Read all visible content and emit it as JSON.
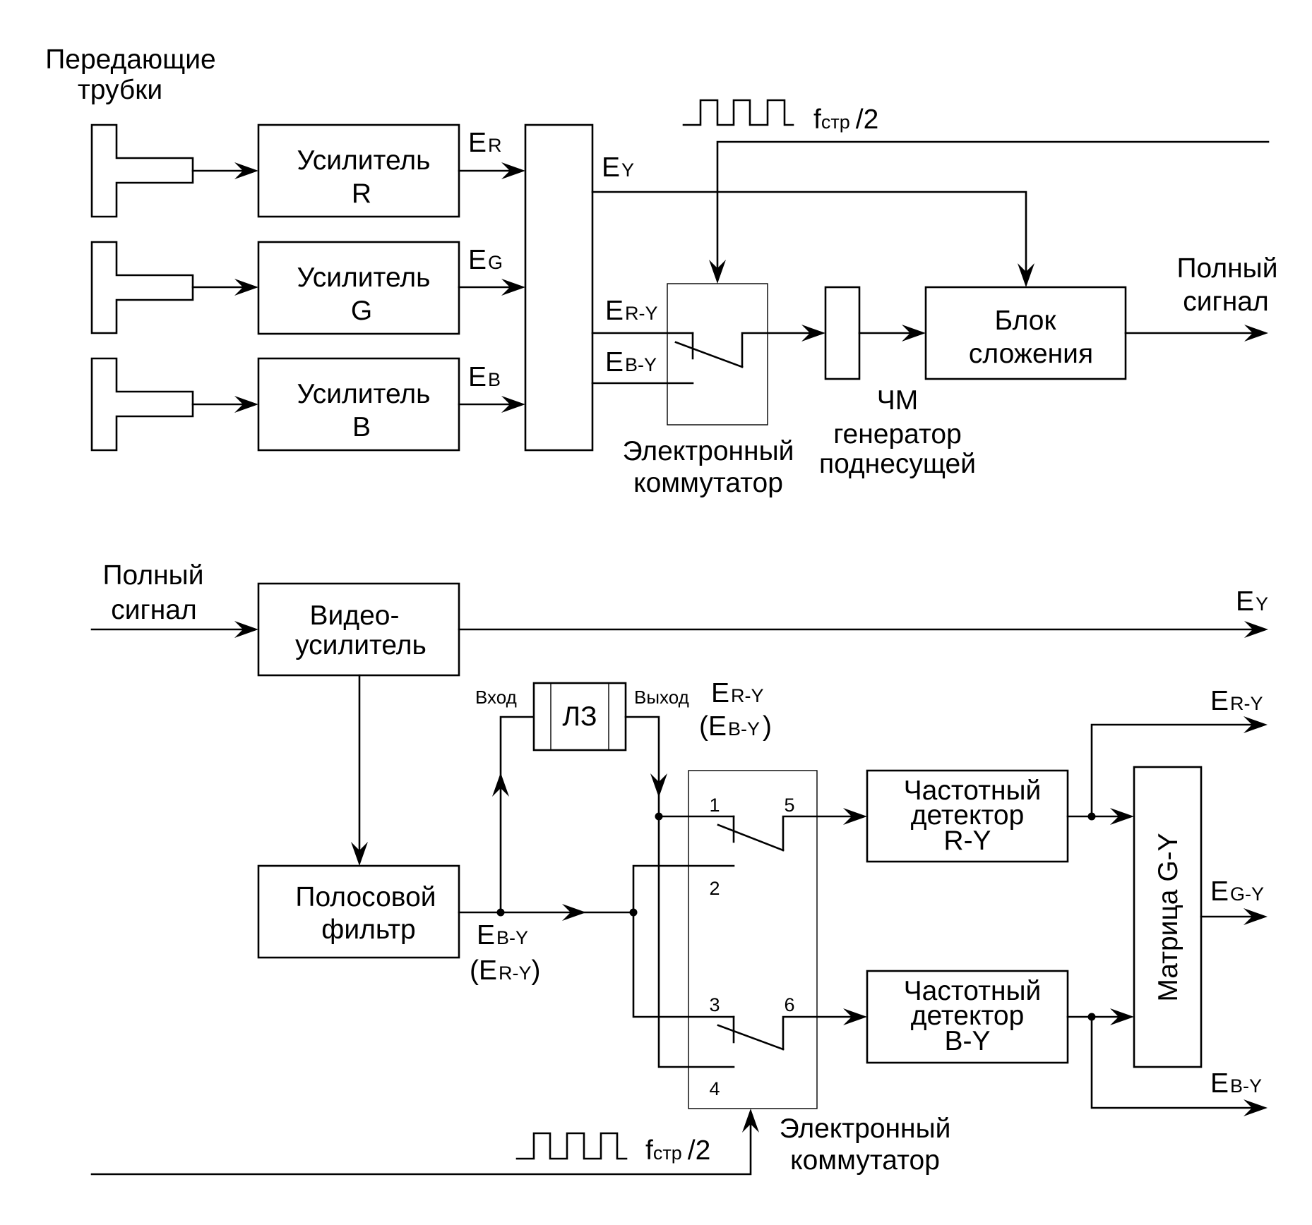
{
  "transmitter": {
    "tubes_label": [
      "Передающие",
      "трубки"
    ],
    "amplifiers": [
      {
        "line1": "Усилитель",
        "line2": "R"
      },
      {
        "line1": "Усилитель",
        "line2": "G"
      },
      {
        "line1": "Усилитель",
        "line2": "B"
      }
    ],
    "signals": {
      "er": {
        "main": "E",
        "sub": "R"
      },
      "eg": {
        "main": "E",
        "sub": "G"
      },
      "eb": {
        "main": "E",
        "sub": "B"
      },
      "ey": {
        "main": "E",
        "sub": "Y"
      },
      "ery": {
        "main": "E",
        "sub": "R-Y"
      },
      "eby": {
        "main": "E",
        "sub": "B-Y"
      }
    },
    "clock": {
      "f": "f",
      "sub": "стр",
      "div": "/2"
    },
    "switch_label": [
      "Электронный",
      "коммутатор"
    ],
    "fm_label": [
      "ЧМ",
      "генератор",
      "поднесущей"
    ],
    "adder": [
      "Блок",
      "сложения"
    ],
    "output_label": [
      "Полный",
      "сигнал"
    ]
  },
  "receiver": {
    "input_label": [
      "Полный",
      "сигнал"
    ],
    "video_amp": [
      "Видео-",
      "усилитель"
    ],
    "bandpass": [
      "Полосовой",
      "фильтр"
    ],
    "delay_line": {
      "label": "ЛЗ",
      "in": "Вход",
      "out": "Выход"
    },
    "delayed_signal": {
      "main": "E",
      "sub": "R-Y",
      "alt_open": "(E",
      "alt_sub": "B-Y",
      "alt_close": ")"
    },
    "direct_signal": {
      "main": "E",
      "sub": "B-Y",
      "alt_open": "(E",
      "alt_sub": "R-Y",
      "alt_close": ")"
    },
    "pins": [
      "1",
      "2",
      "3",
      "4",
      "5",
      "6"
    ],
    "detector_ry": [
      "Частотный",
      "детектор",
      "R-Y"
    ],
    "detector_by": [
      "Частотный",
      "детектор",
      "B-Y"
    ],
    "matrix": "Матрица G-Y",
    "outputs": {
      "ey": {
        "main": "E",
        "sub": "Y"
      },
      "ery": {
        "main": "E",
        "sub": "R-Y"
      },
      "egy": {
        "main": "E",
        "sub": "G-Y"
      },
      "eby": {
        "main": "E",
        "sub": "B-Y"
      }
    },
    "clock": {
      "f": "f",
      "sub": "стр",
      "div": "/2"
    },
    "switch_label": [
      "Электронный",
      "коммутатор"
    ]
  }
}
